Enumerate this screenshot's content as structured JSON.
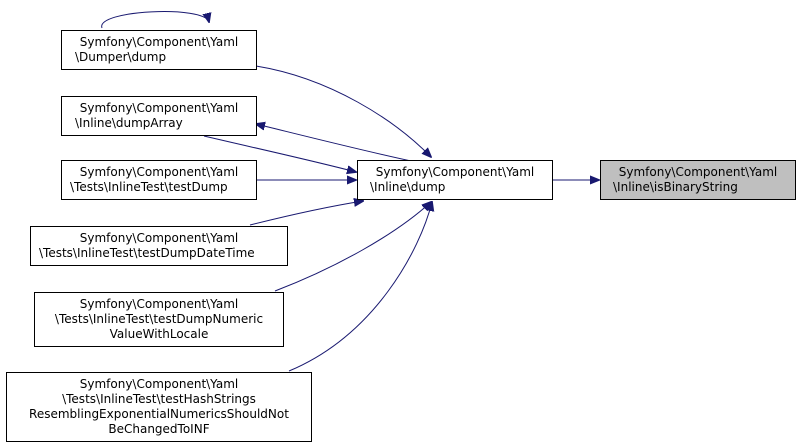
{
  "diagram": {
    "colors": {
      "edge": "#191970",
      "node_border": "#000000",
      "node_fill": "#ffffff",
      "highlight_fill": "#bfbfbf"
    },
    "nodes": {
      "dumper_dump": {
        "lines": [
          "Symfony\\Component\\Yaml",
          "\\Dumper\\dump"
        ]
      },
      "inline_dumparray": {
        "lines": [
          "Symfony\\Component\\Yaml",
          "\\Inline\\dumpArray"
        ]
      },
      "test_dump": {
        "lines": [
          "Symfony\\Component\\Yaml",
          "\\Tests\\InlineTest\\testDump"
        ]
      },
      "test_dump_datetime": {
        "lines": [
          "Symfony\\Component\\Yaml",
          "\\Tests\\InlineTest\\testDumpDateTime"
        ]
      },
      "test_dump_numeric_locale": {
        "lines": [
          "Symfony\\Component\\Yaml",
          "\\Tests\\InlineTest\\testDumpNumeric",
          "ValueWithLocale"
        ]
      },
      "test_hash_strings": {
        "lines": [
          "Symfony\\Component\\Yaml",
          "\\Tests\\InlineTest\\testHashStrings",
          "ResemblingExponentialNumericsShouldNot",
          "BeChangedToINF"
        ]
      },
      "inline_dump": {
        "lines": [
          "Symfony\\Component\\Yaml",
          "\\Inline\\dump"
        ]
      },
      "inline_isbinarystring": {
        "lines": [
          "Symfony\\Component\\Yaml",
          "\\Inline\\isBinaryString"
        ],
        "highlighted": true
      }
    },
    "edges": [
      {
        "from": "dumper_dump",
        "to": "dumper_dump"
      },
      {
        "from": "dumper_dump",
        "to": "inline_dump"
      },
      {
        "from": "inline_dumparray",
        "to": "inline_dump"
      },
      {
        "from": "inline_dump",
        "to": "inline_dumparray"
      },
      {
        "from": "test_dump",
        "to": "inline_dump"
      },
      {
        "from": "test_dump_datetime",
        "to": "inline_dump"
      },
      {
        "from": "test_dump_numeric_locale",
        "to": "inline_dump"
      },
      {
        "from": "test_hash_strings",
        "to": "inline_dump"
      },
      {
        "from": "inline_dump",
        "to": "inline_isbinarystring"
      }
    ]
  }
}
